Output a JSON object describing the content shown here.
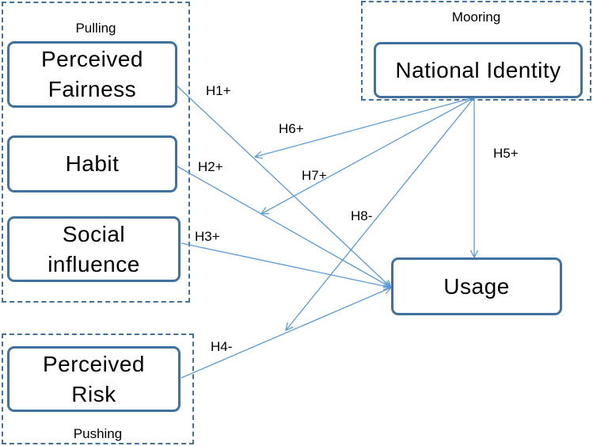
{
  "groups": {
    "pulling": "Pulling",
    "mooring": "Mooring",
    "pushing": "Pushing"
  },
  "nodes": {
    "perceived_fairness": "Perceived\nFairness",
    "habit": "Habit",
    "social_influence": "Social\ninfluence",
    "perceived_risk": "Perceived\nRisk",
    "national_identity": "National Identity",
    "usage": "Usage"
  },
  "hypotheses": {
    "h1": "H1+",
    "h2": "H2+",
    "h3": "H3+",
    "h4": "H4-",
    "h5": "H5+",
    "h6": "H6+",
    "h7": "H7+",
    "h8": "H8-"
  },
  "colors": {
    "arrow": "#5b9bd5",
    "border": "#41719c"
  }
}
